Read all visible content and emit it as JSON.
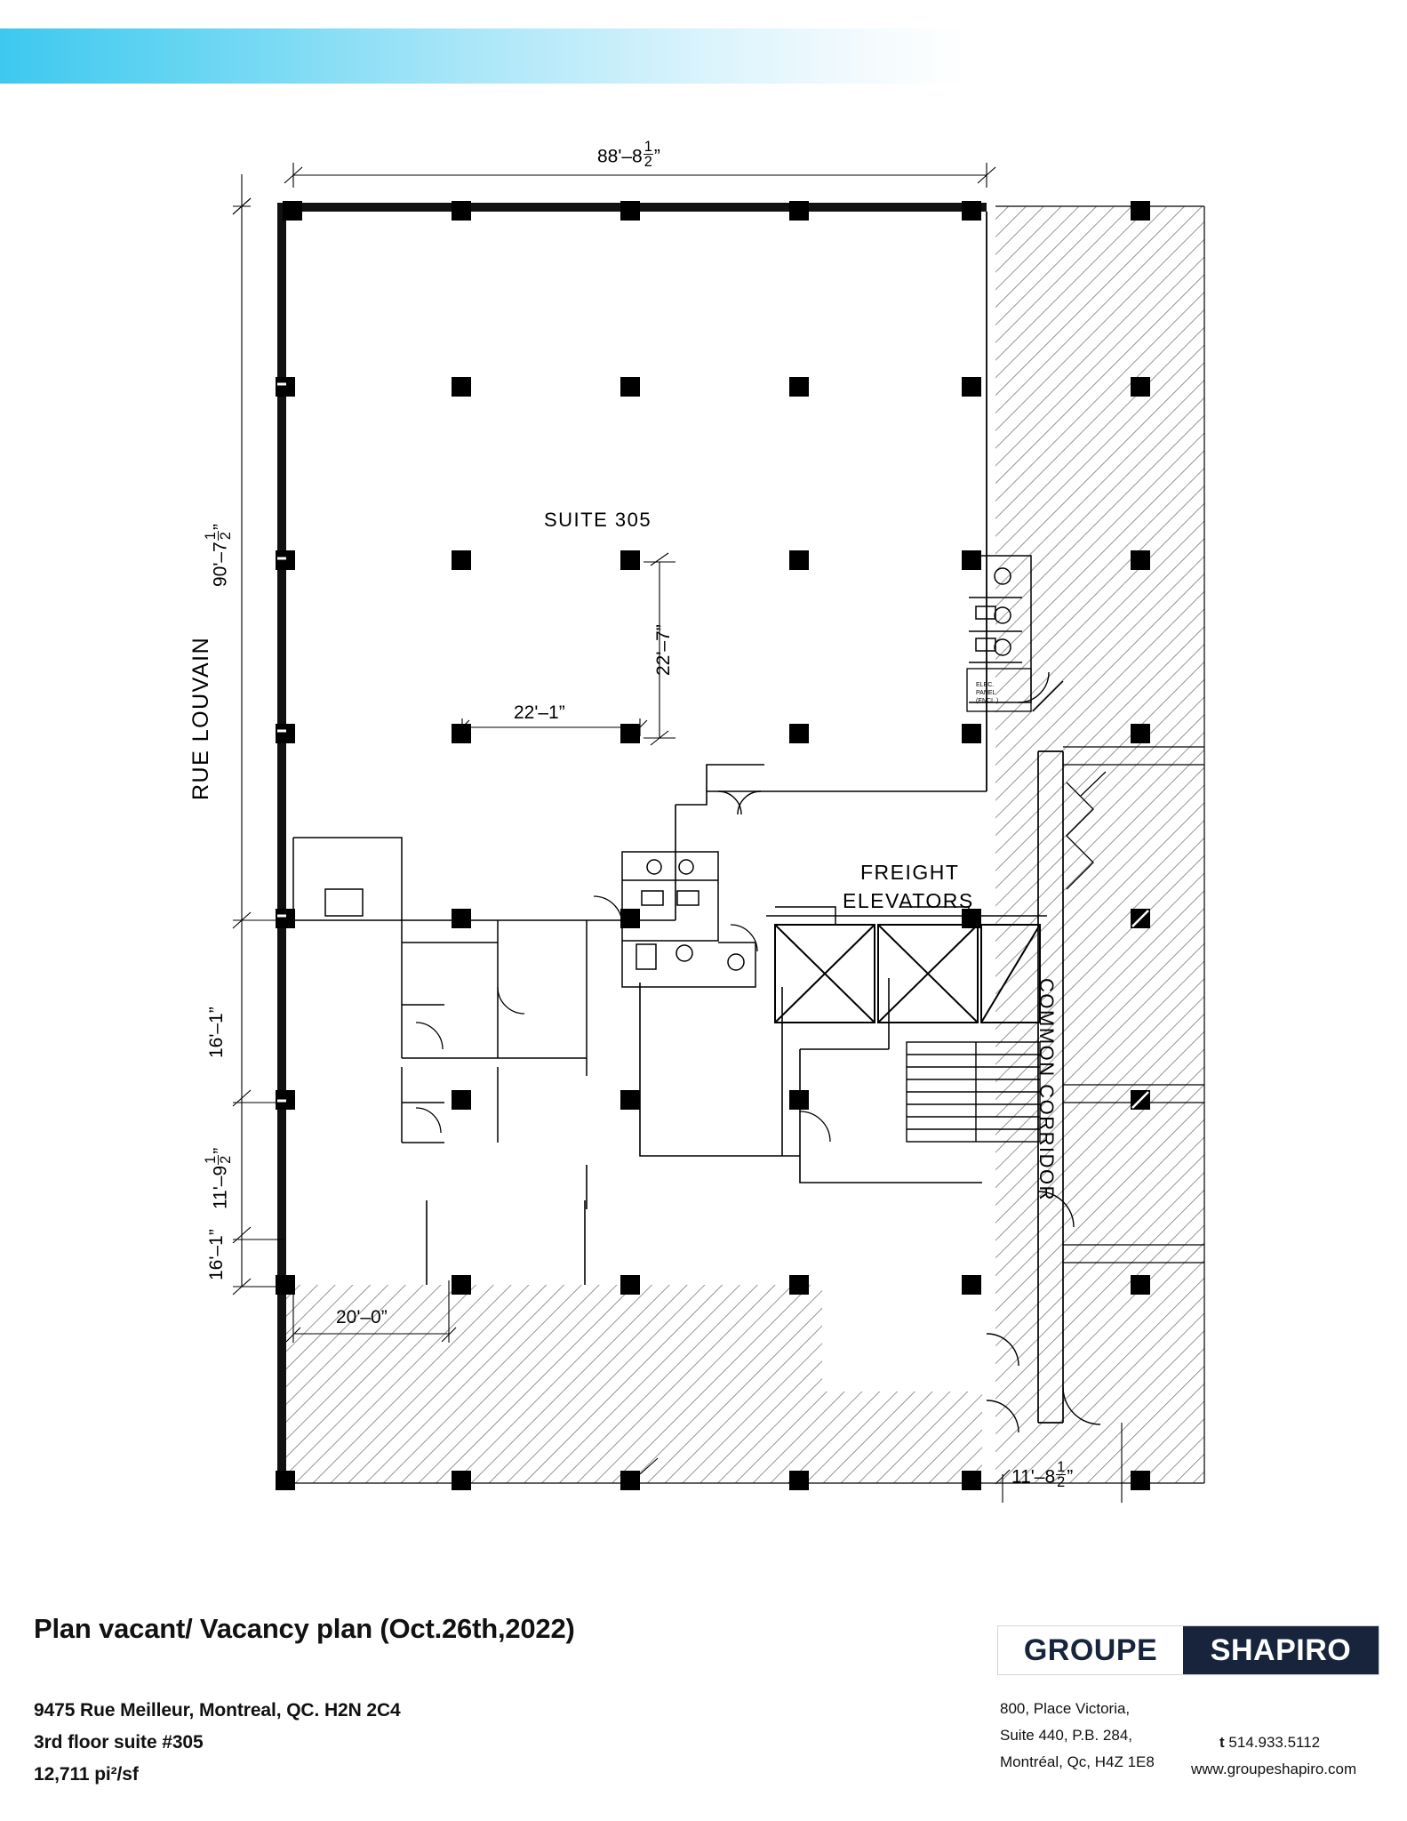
{
  "plan": {
    "suite_label": "SUITE 305",
    "street_label": "RUE LOUVAIN",
    "freight_label_line1": "FREIGHT",
    "freight_label_line2": "ELEVATORS",
    "corridor_label": "COMMON CORRIDOR",
    "electrical_note_line1": "ELEC.",
    "electrical_note_line2": "PANEL",
    "electrical_note_line3": "(ENCL.)",
    "dimensions": {
      "top_overall": {
        "whole": "88'–8",
        "num": "1",
        "den": "2",
        "unit": "”"
      },
      "left_overall": {
        "whole": "90'–7",
        "num": "1",
        "den": "2",
        "unit": "”"
      },
      "left_seg_1": "16'–1”",
      "left_seg_2": {
        "whole": "11'–9",
        "num": "1",
        "den": "2",
        "unit": "”"
      },
      "left_seg_3": "16'–1”",
      "bay_horizontal": "22'–1”",
      "bay_vertical": "22'–7”",
      "bottom_left": "20'–0”",
      "bottom_right": {
        "whole": "11'–8",
        "num": "1",
        "den": "2",
        "unit": "”"
      }
    }
  },
  "footer": {
    "title": "Plan vacant/ Vacancy plan (Oct.26th,2022)",
    "address_line1": "9475 Rue Meilleur, Montreal, QC. H2N 2C4",
    "address_line2": "3rd floor suite #305",
    "address_line3": "12,711 pi²/sf",
    "logo_left": "GROUPE",
    "logo_right": "SHAPIRO",
    "contact_line1": "800, Place Victoria,",
    "contact_line2": "Suite 440, P.B. 284,",
    "contact_line3": "Montréal, Qc, H4Z 1E8",
    "phone_prefix": "t",
    "phone": "514.933.5112",
    "website": "www.groupeshapiro.com"
  },
  "colors": {
    "band_start": "#3ec8ef",
    "logo_dark": "#17243c",
    "ink": "#000000"
  }
}
